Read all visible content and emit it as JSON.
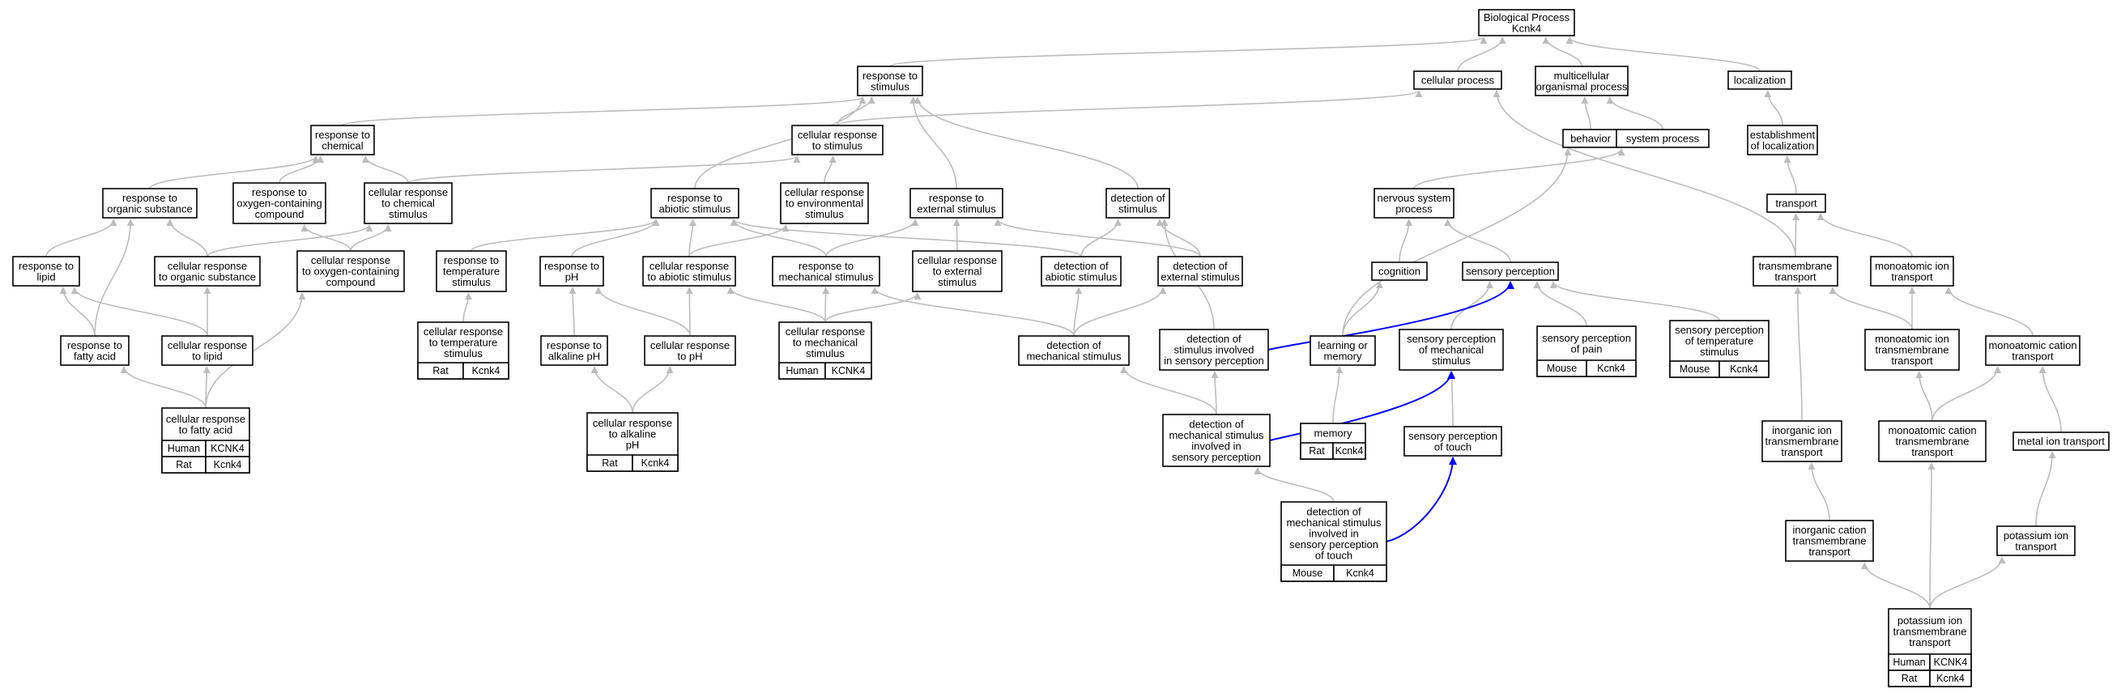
{
  "colors": {
    "edge": "#bcbcbc",
    "highlight_edge": "#0000ff",
    "human": "#e8543e",
    "rat": "#ffd11a",
    "mouse": "#a9d8e6"
  },
  "nodes": [
    {
      "id": "bp",
      "label": [
        "Biological Process",
        "Kcnk4"
      ]
    },
    {
      "id": "rts",
      "label": [
        "response to",
        "stimulus"
      ]
    },
    {
      "id": "cp",
      "label": [
        "cellular process"
      ]
    },
    {
      "id": "mop",
      "label": [
        "multicellular",
        "organismal process"
      ]
    },
    {
      "id": "loc",
      "label": [
        "localization"
      ]
    },
    {
      "id": "rtc",
      "label": [
        "response to",
        "chemical"
      ]
    },
    {
      "id": "crts",
      "label": [
        "cellular response",
        "to stimulus"
      ]
    },
    {
      "id": "beh",
      "label": [
        "behavior"
      ]
    },
    {
      "id": "sysp",
      "label": [
        "system process"
      ]
    },
    {
      "id": "eol",
      "label": [
        "establishment",
        "of localization"
      ]
    },
    {
      "id": "rtos",
      "label": [
        "response to",
        "organic substance"
      ]
    },
    {
      "id": "rtocc",
      "label": [
        "response to",
        "oxygen-containing",
        "compound"
      ]
    },
    {
      "id": "crtcs",
      "label": [
        "cellular response",
        "to chemical",
        "stimulus"
      ]
    },
    {
      "id": "rtas",
      "label": [
        "response to",
        "abiotic stimulus"
      ]
    },
    {
      "id": "crtes",
      "label": [
        "cellular response",
        "to environmental",
        "stimulus"
      ]
    },
    {
      "id": "rtes",
      "label": [
        "response to",
        "external stimulus"
      ]
    },
    {
      "id": "dos",
      "label": [
        "detection of",
        "stimulus"
      ]
    },
    {
      "id": "nsp",
      "label": [
        "nervous system",
        "process"
      ]
    },
    {
      "id": "trans",
      "label": [
        "transport"
      ]
    },
    {
      "id": "rtl",
      "label": [
        "response to",
        "lipid"
      ]
    },
    {
      "id": "crtos",
      "label": [
        "cellular response",
        "to organic substance"
      ]
    },
    {
      "id": "crtocc",
      "label": [
        "cellular response",
        "to oxygen-containing",
        "compound"
      ]
    },
    {
      "id": "rtt",
      "label": [
        "response to",
        "temperature",
        "stimulus"
      ]
    },
    {
      "id": "rtph",
      "label": [
        "response to",
        "pH"
      ]
    },
    {
      "id": "crtas",
      "label": [
        "cellular response",
        "to abiotic stimulus"
      ]
    },
    {
      "id": "rtms",
      "label": [
        "response to",
        "mechanical stimulus"
      ]
    },
    {
      "id": "crtes2",
      "label": [
        "cellular response",
        "to external",
        "stimulus"
      ]
    },
    {
      "id": "doas",
      "label": [
        "detection of",
        "abiotic stimulus"
      ]
    },
    {
      "id": "does",
      "label": [
        "detection of",
        "external stimulus"
      ]
    },
    {
      "id": "cog",
      "label": [
        "cognition"
      ]
    },
    {
      "id": "sp",
      "label": [
        "sensory perception"
      ]
    },
    {
      "id": "tmt",
      "label": [
        "transmembrane",
        "transport"
      ]
    },
    {
      "id": "mit",
      "label": [
        "monoatomic ion",
        "transport"
      ]
    },
    {
      "id": "rtfa",
      "label": [
        "response to",
        "fatty acid"
      ]
    },
    {
      "id": "crtl",
      "label": [
        "cellular response",
        "to lipid"
      ]
    },
    {
      "id": "crtt",
      "label": [
        "cellular response",
        "to temperature",
        "stimulus"
      ],
      "orth": [
        [
          {
            "sp": "Rat",
            "c": "rat"
          },
          {
            "sp": "Kcnk4",
            "c": "rat"
          }
        ]
      ]
    },
    {
      "id": "rtaph",
      "label": [
        "response to",
        "alkaline pH"
      ]
    },
    {
      "id": "crtph",
      "label": [
        "cellular response",
        "to pH"
      ]
    },
    {
      "id": "crtms",
      "label": [
        "cellular response",
        "to mechanical",
        "stimulus"
      ],
      "orth": [
        [
          {
            "sp": "Human",
            "c": "human"
          },
          {
            "sp": "KCNK4",
            "c": "human"
          }
        ]
      ]
    },
    {
      "id": "doms",
      "label": [
        "detection of",
        "mechanical stimulus"
      ]
    },
    {
      "id": "dosisp",
      "label": [
        "detection of",
        "stimulus involved",
        "in sensory perception"
      ]
    },
    {
      "id": "lom",
      "label": [
        "learning or",
        "memory"
      ]
    },
    {
      "id": "spms",
      "label": [
        "sensory perception",
        "of mechanical",
        "stimulus"
      ]
    },
    {
      "id": "spp",
      "label": [
        "sensory perception",
        "of pain"
      ],
      "orth": [
        [
          {
            "sp": "Mouse",
            "c": "mouse"
          },
          {
            "sp": "Kcnk4",
            "c": "mouse"
          }
        ]
      ]
    },
    {
      "id": "spts",
      "label": [
        "sensory perception",
        "of temperature",
        "stimulus"
      ],
      "orth": [
        [
          {
            "sp": "Mouse",
            "c": "mouse"
          },
          {
            "sp": "Kcnk4",
            "c": "mouse"
          }
        ]
      ]
    },
    {
      "id": "mitt",
      "label": [
        "monoatomic ion",
        "transmembrane",
        "transport"
      ]
    },
    {
      "id": "mct",
      "label": [
        "monoatomic cation",
        "transport"
      ]
    },
    {
      "id": "crtfa",
      "label": [
        "cellular response",
        "to fatty acid"
      ],
      "orth": [
        [
          {
            "sp": "Human",
            "c": "human"
          },
          {
            "sp": "KCNK4",
            "c": "human"
          }
        ],
        [
          {
            "sp": "Rat",
            "c": "rat"
          },
          {
            "sp": "Kcnk4",
            "c": "rat"
          }
        ]
      ]
    },
    {
      "id": "crtaph",
      "label": [
        "cellular response",
        "to alkaline",
        "pH"
      ],
      "orth": [
        [
          {
            "sp": "Rat",
            "c": "rat"
          },
          {
            "sp": "Kcnk4",
            "c": "rat"
          }
        ]
      ]
    },
    {
      "id": "dmsisp",
      "label": [
        "detection of",
        "mechanical stimulus",
        "involved in",
        "sensory perception"
      ]
    },
    {
      "id": "mem",
      "label": [
        "memory"
      ],
      "orth": [
        [
          {
            "sp": "Rat",
            "c": "rat"
          },
          {
            "sp": "Kcnk4",
            "c": "rat"
          }
        ]
      ]
    },
    {
      "id": "spt",
      "label": [
        "sensory perception",
        "of touch"
      ]
    },
    {
      "id": "iitt",
      "label": [
        "inorganic ion",
        "transmembrane",
        "transport"
      ]
    },
    {
      "id": "mctt",
      "label": [
        "monoatomic cation",
        "transmembrane",
        "transport"
      ]
    },
    {
      "id": "mit2",
      "label": [
        "metal ion transport"
      ]
    },
    {
      "id": "dmsispt",
      "label": [
        "detection of",
        "mechanical stimulus",
        "involved in",
        "sensory perception",
        "of touch"
      ],
      "orth": [
        [
          {
            "sp": "Mouse",
            "c": "mouse"
          },
          {
            "sp": "Kcnk4",
            "c": "mouse"
          }
        ]
      ]
    },
    {
      "id": "ictt",
      "label": [
        "inorganic cation",
        "transmembrane",
        "transport"
      ]
    },
    {
      "id": "kit",
      "label": [
        "potassium ion",
        "transport"
      ]
    },
    {
      "id": "kitt",
      "label": [
        "potassium ion",
        "transmembrane",
        "transport"
      ],
      "orth": [
        [
          {
            "sp": "Human",
            "c": "human"
          },
          {
            "sp": "KCNK4",
            "c": "human"
          }
        ],
        [
          {
            "sp": "Rat",
            "c": "rat"
          },
          {
            "sp": "Kcnk4",
            "c": "rat"
          }
        ]
      ]
    }
  ],
  "edges": [
    [
      "rts",
      "bp"
    ],
    [
      "cp",
      "bp"
    ],
    [
      "mop",
      "bp"
    ],
    [
      "loc",
      "bp"
    ],
    [
      "rtc",
      "rts"
    ],
    [
      "crts",
      "rts"
    ],
    [
      "crts",
      "cp"
    ],
    [
      "beh",
      "mop"
    ],
    [
      "sysp",
      "mop"
    ],
    [
      "eol",
      "loc"
    ],
    [
      "rtos",
      "rtc"
    ],
    [
      "rtocc",
      "rtc"
    ],
    [
      "crtcs",
      "rtc"
    ],
    [
      "crtcs",
      "crts"
    ],
    [
      "rtas",
      "rts"
    ],
    [
      "crtes",
      "crts"
    ],
    [
      "rtes",
      "rts"
    ],
    [
      "dos",
      "rts"
    ],
    [
      "nsp",
      "sysp"
    ],
    [
      "trans",
      "eol"
    ],
    [
      "rtl",
      "rtos"
    ],
    [
      "crtos",
      "rtos"
    ],
    [
      "crtos",
      "crtcs"
    ],
    [
      "crtocc",
      "rtocc"
    ],
    [
      "crtocc",
      "crtcs"
    ],
    [
      "rtt",
      "rtas"
    ],
    [
      "rtph",
      "rtas"
    ],
    [
      "crtas",
      "rtas"
    ],
    [
      "crtas",
      "crtes"
    ],
    [
      "rtms",
      "rtas"
    ],
    [
      "rtms",
      "rtes"
    ],
    [
      "crtes2",
      "rtes"
    ],
    [
      "doas",
      "rtas"
    ],
    [
      "doas",
      "dos"
    ],
    [
      "does",
      "rtes"
    ],
    [
      "does",
      "dos"
    ],
    [
      "cog",
      "nsp"
    ],
    [
      "sp",
      "nsp"
    ],
    [
      "tmt",
      "trans"
    ],
    [
      "tmt",
      "cp"
    ],
    [
      "mit",
      "trans"
    ],
    [
      "rtfa",
      "rtl"
    ],
    [
      "rtfa",
      "rtos"
    ],
    [
      "crtl",
      "rtl"
    ],
    [
      "crtl",
      "crtos"
    ],
    [
      "crtt",
      "rtt"
    ],
    [
      "rtaph",
      "rtph"
    ],
    [
      "crtph",
      "rtph"
    ],
    [
      "crtph",
      "crtas"
    ],
    [
      "crtms",
      "rtms"
    ],
    [
      "crtms",
      "crtas"
    ],
    [
      "crtms",
      "crtes2"
    ],
    [
      "doms",
      "doas"
    ],
    [
      "doms",
      "does"
    ],
    [
      "doms",
      "rtms"
    ],
    [
      "dosisp",
      "dos"
    ],
    [
      "lom",
      "cog"
    ],
    [
      "lom",
      "beh"
    ],
    [
      "spms",
      "sp"
    ],
    [
      "spp",
      "sp"
    ],
    [
      "spts",
      "sp"
    ],
    [
      "mitt",
      "tmt"
    ],
    [
      "mitt",
      "mit"
    ],
    [
      "mct",
      "mit"
    ],
    [
      "crtfa",
      "rtfa"
    ],
    [
      "crtfa",
      "crtl"
    ],
    [
      "crtfa",
      "crtocc"
    ],
    [
      "crtaph",
      "rtaph"
    ],
    [
      "crtaph",
      "crtph"
    ],
    [
      "dmsisp",
      "doms"
    ],
    [
      "dmsisp",
      "dosisp"
    ],
    [
      "mem",
      "lom"
    ],
    [
      "spt",
      "spms"
    ],
    [
      "iitt",
      "tmt"
    ],
    [
      "mctt",
      "mitt"
    ],
    [
      "mctt",
      "mct"
    ],
    [
      "mit2",
      "mct"
    ],
    [
      "dmsispt",
      "dmsisp"
    ],
    [
      "ictt",
      "iitt"
    ],
    [
      "kit",
      "mit2"
    ],
    [
      "kitt",
      "ictt"
    ],
    [
      "kitt",
      "mctt"
    ],
    [
      "kitt",
      "kit"
    ]
  ],
  "highlight_edges": [
    [
      "dosisp",
      "sp"
    ],
    [
      "dmsisp",
      "spms"
    ],
    [
      "dmsispt",
      "spt"
    ]
  ]
}
